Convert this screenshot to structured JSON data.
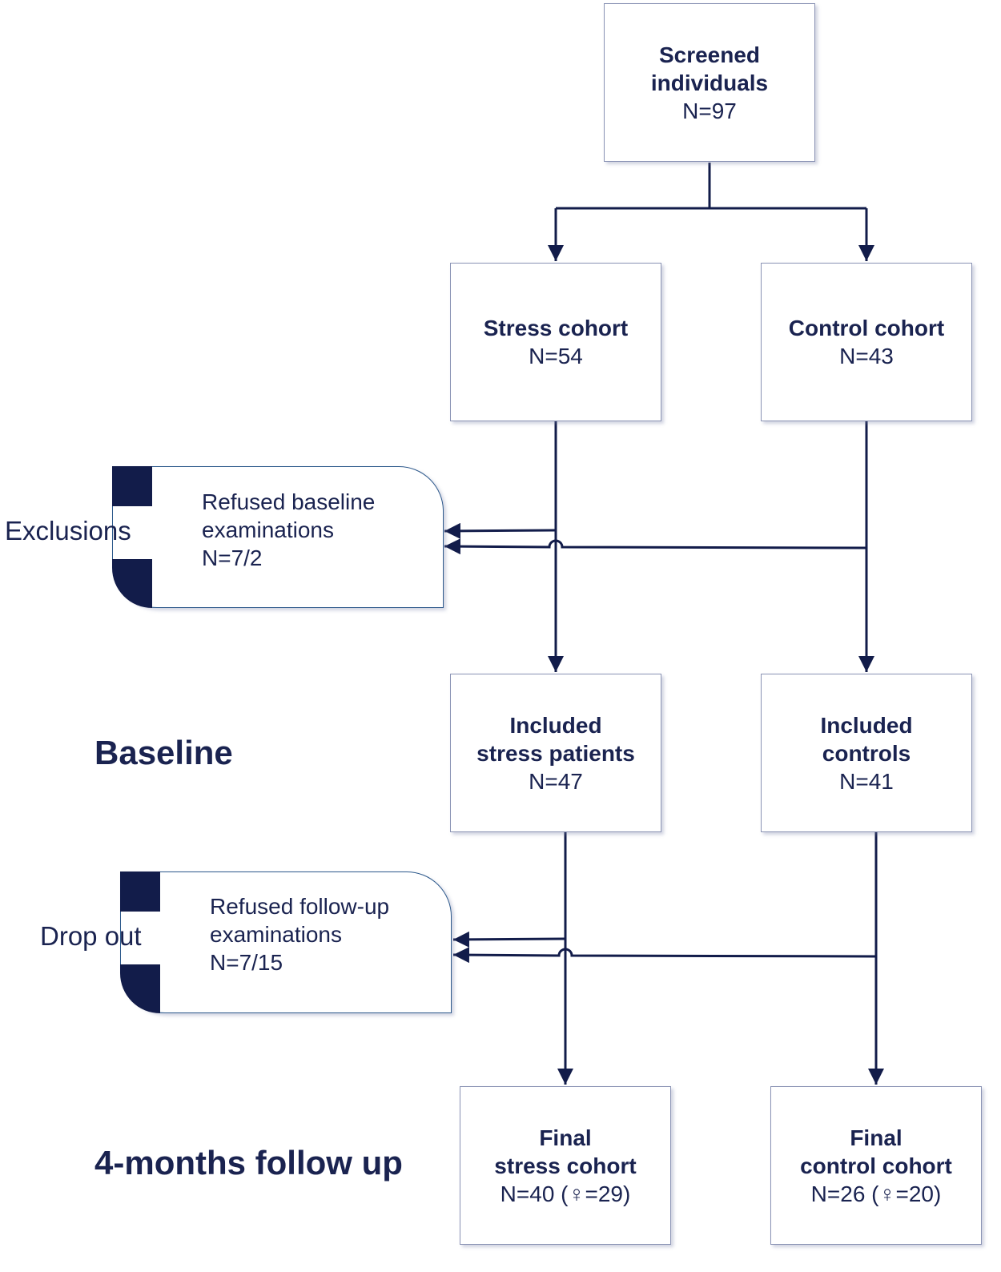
{
  "colors": {
    "line": "#121c4a",
    "text": "#1a2350",
    "box_border": "#8a93b4",
    "tab_border": "#2e5a8c"
  },
  "screened": {
    "title": "Screened individuals",
    "n": "N=97"
  },
  "stress_cohort": {
    "title": "Stress cohort",
    "n": "N=54"
  },
  "control_cohort": {
    "title": "Control cohort",
    "n": "N=43"
  },
  "exclusions": {
    "label": "Exclusions",
    "text_line1": "Refused baseline",
    "text_line2": "examinations",
    "n": "N=7/2"
  },
  "included_stress": {
    "title_line1": "Included",
    "title_line2": "stress patients",
    "n": "N=47"
  },
  "included_controls": {
    "title_line1": "Included",
    "title_line2": "controls",
    "n": "N=41"
  },
  "baseline_label": "Baseline",
  "dropout": {
    "label": "Drop out",
    "text_line1": "Refused follow-up",
    "text_line2": "examinations",
    "n": "N=7/15"
  },
  "final_stress": {
    "title_line1": "Final",
    "title_line2": "stress cohort",
    "n": "N=40 (♀=29)"
  },
  "final_control": {
    "title_line1": "Final",
    "title_line2": "control cohort",
    "n": "N=26 (♀=20)"
  },
  "followup_label": "4-months follow up"
}
